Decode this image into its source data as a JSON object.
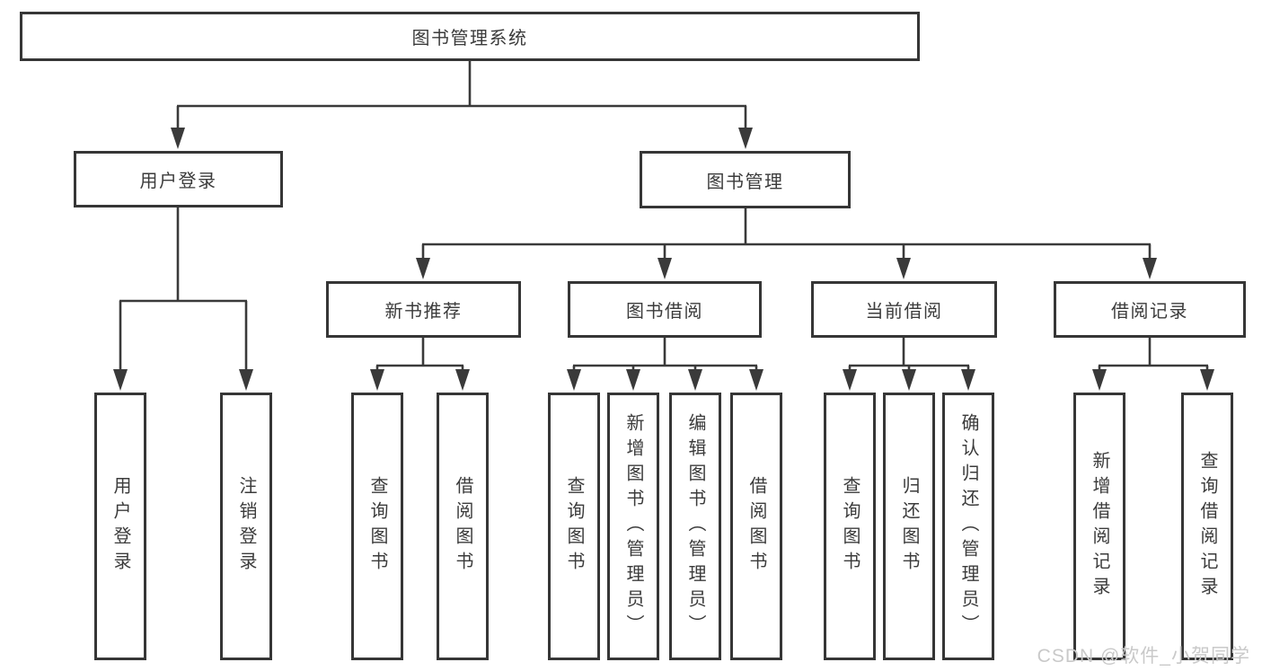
{
  "diagram": {
    "title": "图书管理系统",
    "root": "图书管理系统",
    "level2": {
      "login": "用户登录",
      "books": "图书管理"
    },
    "level3": {
      "new_books": "新书推荐",
      "book_borrow": "图书借阅",
      "current_borrow": "当前借阅",
      "borrow_records": "借阅记录"
    },
    "leaves": {
      "user_login": "用户登录",
      "logout": "注销登录",
      "nb_query": "查询图书",
      "nb_borrow": "借阅图书",
      "bb_query": "查询图书",
      "bb_add": "新增图书（管理员）",
      "bb_edit": "编辑图书（管理员）",
      "bb_borrow": "借阅图书",
      "cb_query": "查询图书",
      "cb_return": "归还图书",
      "cb_confirm": "确认归还（管理员）",
      "br_add": "新增借阅记录",
      "br_query": "查询借阅记录"
    }
  },
  "watermark": "CSDN @软件_小贺同学",
  "colors": {
    "line": "#3a3a3a",
    "text": "#3b3b3b",
    "watermark": "#c9c9c9",
    "background": "#ffffff"
  }
}
